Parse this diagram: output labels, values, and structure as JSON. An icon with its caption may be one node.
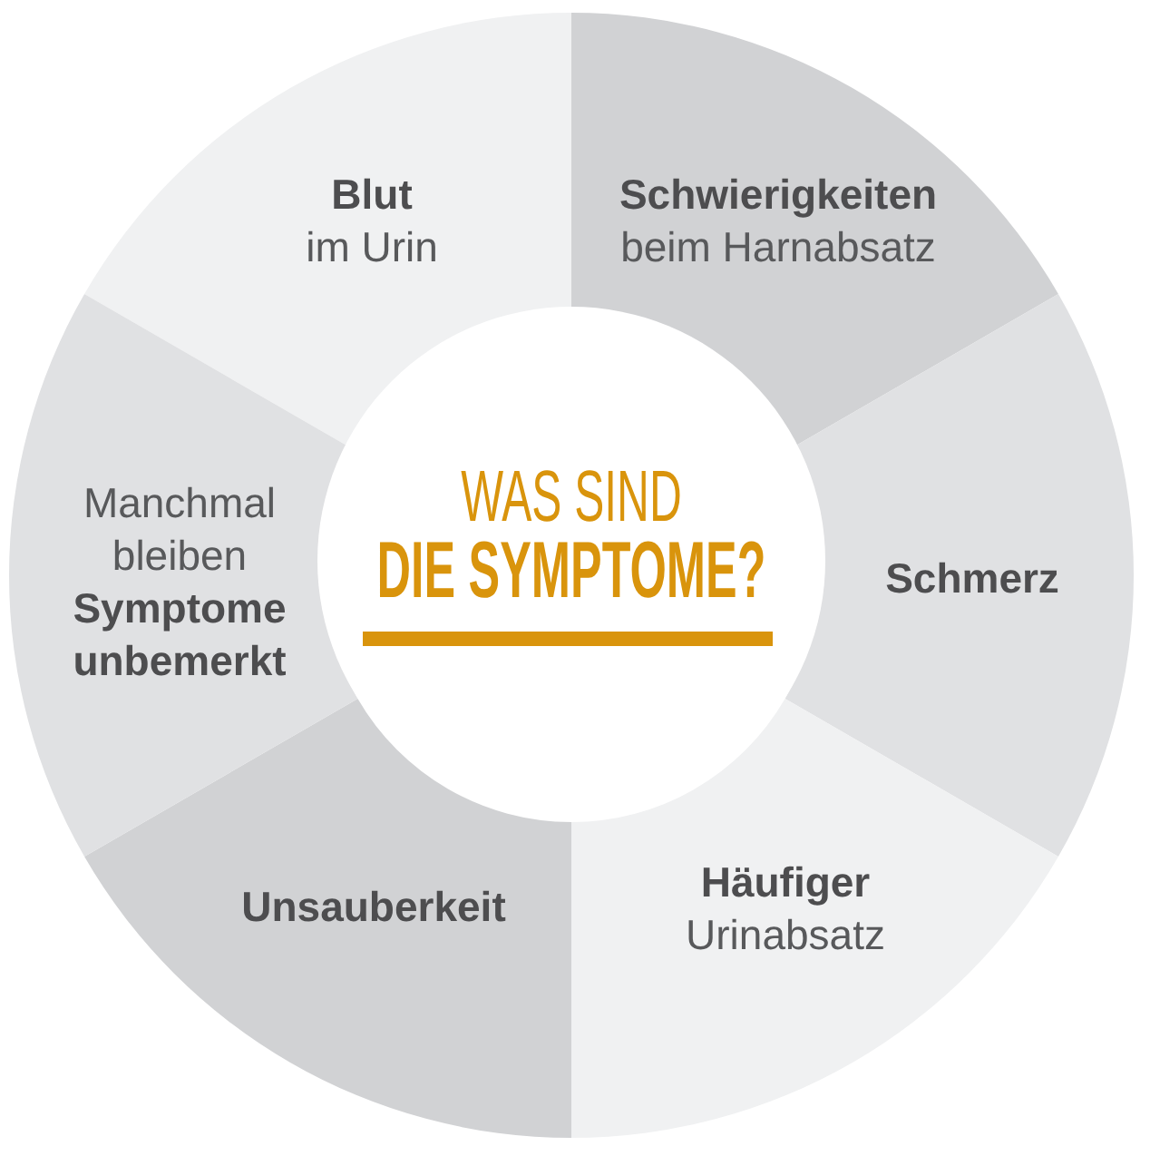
{
  "diagram": {
    "nodes": [
      {
        "text": [
          "WAS SIND",
          "DIE SYMPTOME?"
        ]
      },
      {
        "text": [
          "Blut",
          "im Urin"
        ]
      },
      {
        "text": [
          "Schwierigkeiten",
          "beim Harnabsatz"
        ]
      },
      {
        "text": [
          "Schmerz"
        ]
      },
      {
        "text": [
          "Häufiger",
          "Urinabsatz"
        ]
      },
      {
        "text": [
          "Unsauberkeit"
        ]
      },
      {
        "text": [
          "Manchmal bleiben",
          "Symptome unbemerkt"
        ]
      }
    ]
  }
}
